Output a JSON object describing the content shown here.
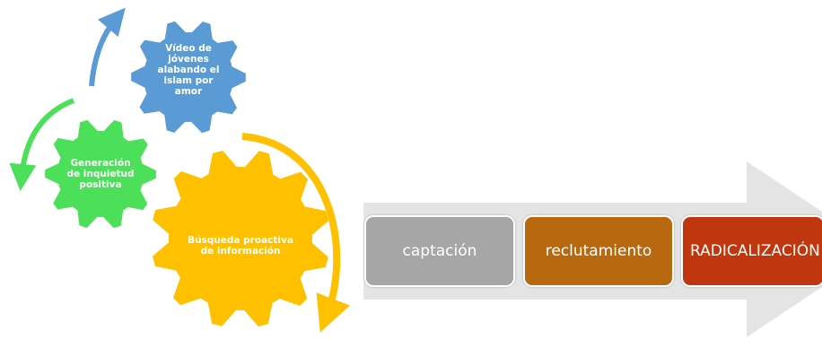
{
  "gears": [
    {
      "id": "video",
      "label": "Vídeo de\njóvenes\nalabando el\nislam por\namor",
      "color": "#5b9bd5"
    },
    {
      "id": "generacion",
      "label": "Generación\nde inquietud\npositiva",
      "color": "#4ce05a"
    },
    {
      "id": "busqueda",
      "label": "Búsqueda proactiva\nde información",
      "color": "#ffc000"
    }
  ],
  "stages": [
    {
      "id": "captacion",
      "label": "captación",
      "color": "#a6a6a6"
    },
    {
      "id": "reclutamiento",
      "label": "reclutamiento",
      "color": "#b8690f"
    },
    {
      "id": "radicalizacion",
      "label": "RADICALIZACIÓN",
      "color": "#c0360e"
    }
  ],
  "big_arrow_color": "#e4e4e4"
}
